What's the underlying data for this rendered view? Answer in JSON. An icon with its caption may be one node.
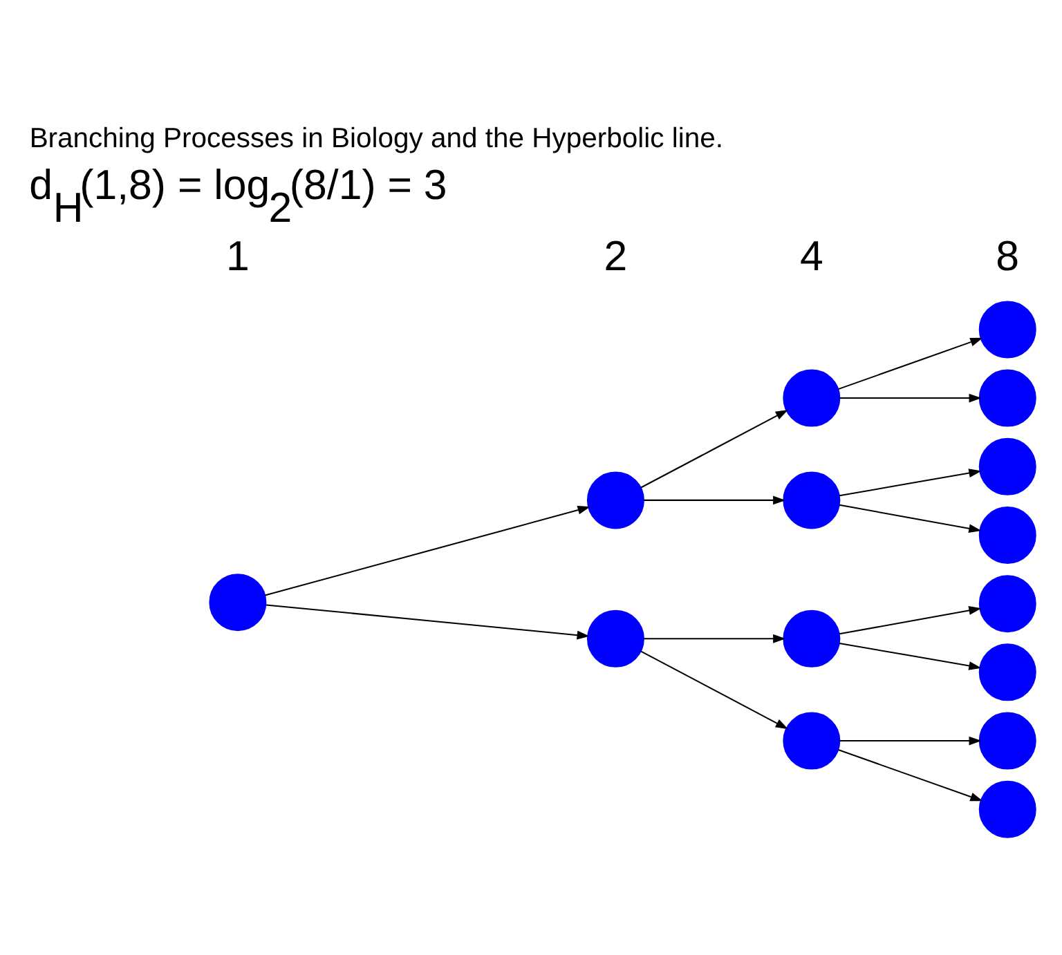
{
  "diagram": {
    "title": "Branching Processes in Biology and the Hyperbolic line.",
    "nodes": [
      {
        "text": [],
        "shape": "circle"
      },
      {
        "text": [],
        "shape": "circle"
      },
      {
        "text": [],
        "shape": "circle"
      },
      {
        "text": [],
        "shape": "circle"
      },
      {
        "text": [],
        "shape": "circle"
      },
      {
        "text": [],
        "shape": "circle"
      },
      {
        "text": [],
        "shape": "circle"
      },
      {
        "text": [],
        "shape": "circle"
      },
      {
        "text": [],
        "shape": "circle"
      },
      {
        "text": [],
        "shape": "circle"
      },
      {
        "text": [],
        "shape": "circle"
      },
      {
        "text": [],
        "shape": "circle"
      },
      {
        "text": [],
        "shape": "circle"
      },
      {
        "text": [],
        "shape": "circle"
      },
      {
        "text": [],
        "shape": "circle"
      }
    ],
    "edges": [
      {
        "from": 0,
        "to": 1,
        "arrow": "to"
      },
      {
        "from": 0,
        "to": 2,
        "arrow": "to"
      },
      {
        "from": 1,
        "to": 3,
        "arrow": "to"
      },
      {
        "from": 1,
        "to": 4,
        "arrow": "to"
      },
      {
        "from": 2,
        "to": 5,
        "arrow": "to"
      },
      {
        "from": 2,
        "to": 6,
        "arrow": "to"
      },
      {
        "from": 3,
        "to": 7,
        "arrow": "to"
      },
      {
        "from": 3,
        "to": 8,
        "arrow": "to"
      },
      {
        "from": 4,
        "to": 9,
        "arrow": "to"
      },
      {
        "from": 4,
        "to": 10,
        "arrow": "to"
      },
      {
        "from": 5,
        "to": 11,
        "arrow": "to"
      },
      {
        "from": 5,
        "to": 12,
        "arrow": "to"
      },
      {
        "from": 6,
        "to": 13,
        "arrow": "to"
      },
      {
        "from": 6,
        "to": 14,
        "arrow": "to"
      }
    ],
    "labels": [
      "1",
      "2",
      "4",
      "8",
      "d$_{H}$(1,8) = log$_{2}$(8/1) = 3"
    ]
  }
}
